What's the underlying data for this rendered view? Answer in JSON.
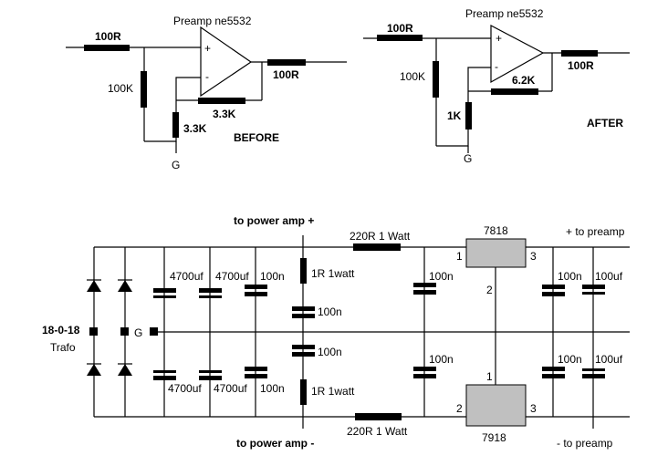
{
  "before": {
    "title": "Preamp ne5532",
    "r_in": "100R",
    "r_bias": "100K",
    "r_feedback": "3.3K",
    "r_ground": "3.3K",
    "r_out": "100R",
    "opamp_plus": "+",
    "opamp_minus": "-",
    "ground": "G",
    "caption": "BEFORE"
  },
  "after": {
    "title": "Preamp ne5532",
    "r_in": "100R",
    "r_bias": "100K",
    "r_feedback": "6.2K",
    "r_ground": "1K",
    "r_out": "100R",
    "opamp_plus": "+",
    "opamp_minus": "-",
    "ground": "G",
    "caption": "AFTER"
  },
  "psu": {
    "to_power_amp_plus": "to power amp +",
    "to_power_amp_minus": "to power amp -",
    "to_preamp_plus": "+ to preamp",
    "to_preamp_minus": "- to preamp",
    "res_top": "220R 1 Watt",
    "res_bottom": "220R 1 Watt",
    "res_1r_top": "1R 1watt",
    "res_1r_bottom": "1R 1watt",
    "cap_4700": "4700uf",
    "cap_100n": "100n",
    "cap_100uf": "100uf",
    "reg_pos": "7818",
    "reg_neg": "7918",
    "pin1": "1",
    "pin2": "2",
    "pin3": "3",
    "trafo_value": "18-0-18",
    "trafo": "Trafo",
    "ground": "G"
  }
}
